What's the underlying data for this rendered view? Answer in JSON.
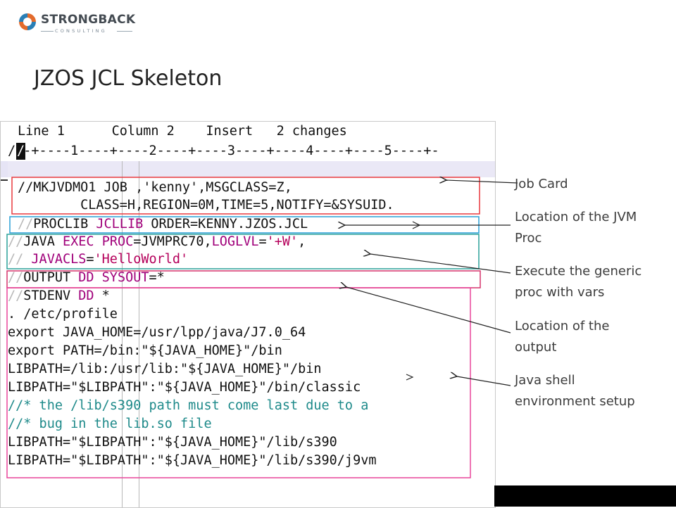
{
  "logo": {
    "name": "STRONGBACK",
    "sub": "CONSULTING",
    "colors": {
      "mark_blue": "#2a7fb6",
      "mark_orange": "#e36b2c",
      "word": "#444b52"
    }
  },
  "slide": {
    "title": "JZOS JCL Skeleton"
  },
  "editor": {
    "status": {
      "line": "Line 1",
      "column": "Column 2",
      "mode": "Insert",
      "changes": "2 changes"
    },
    "ruler": "/--+----1----+----2----+----3----+----4----+----5----+-",
    "cursor_char": "/",
    "lines": [
      {
        "segments": [
          {
            "t": "//MKJVDMO1 JOB ,'kenny',MSGCLASS=Z,",
            "c": ""
          }
        ]
      },
      {
        "segments": [
          {
            "t": "        CLASS=H,REGION=0M,TIME=5,NOTIFY=&SYSUID.",
            "c": ""
          }
        ]
      },
      {
        "segments": [
          {
            "t": "//",
            "c": "dim"
          },
          {
            "t": "PROCLIB ",
            "c": ""
          },
          {
            "t": "JCLLIB",
            "c": "kw"
          },
          {
            "t": " ORDER=KENNY.JZOS.JCL",
            "c": ""
          }
        ]
      },
      {
        "segments": [
          {
            "t": "//",
            "c": "dim"
          },
          {
            "t": "JAVA ",
            "c": ""
          },
          {
            "t": "EXEC",
            "c": "kw"
          },
          {
            "t": " ",
            "c": ""
          },
          {
            "t": "PROC",
            "c": "kw"
          },
          {
            "t": "=JVMPRC70,",
            "c": ""
          },
          {
            "t": "LOGLVL",
            "c": "kw"
          },
          {
            "t": "=",
            "c": ""
          },
          {
            "t": "'+W'",
            "c": "str"
          },
          {
            "t": ",",
            "c": ""
          }
        ]
      },
      {
        "segments": [
          {
            "t": "// ",
            "c": "dim"
          },
          {
            "t": "JAVACLS",
            "c": "kw"
          },
          {
            "t": "=",
            "c": ""
          },
          {
            "t": "'HelloWorld'",
            "c": "str"
          }
        ]
      },
      {
        "segments": [
          {
            "t": "//",
            "c": "dim"
          },
          {
            "t": "OUTPUT ",
            "c": ""
          },
          {
            "t": "DD",
            "c": "kw"
          },
          {
            "t": " ",
            "c": ""
          },
          {
            "t": "SYSOUT",
            "c": "kw"
          },
          {
            "t": "=*",
            "c": ""
          }
        ]
      },
      {
        "segments": [
          {
            "t": "//",
            "c": "dim"
          },
          {
            "t": "STDENV ",
            "c": ""
          },
          {
            "t": "DD",
            "c": "kw"
          },
          {
            "t": " *",
            "c": ""
          }
        ]
      },
      {
        "segments": [
          {
            "t": ". /etc/profile",
            "c": ""
          }
        ]
      },
      {
        "segments": [
          {
            "t": "export JAVA_HOME=/usr/lpp/java/J7.0_64",
            "c": ""
          }
        ]
      },
      {
        "segments": [
          {
            "t": "export PATH=/bin:\"${JAVA_HOME}\"/bin",
            "c": ""
          }
        ]
      },
      {
        "segments": [
          {
            "t": "LIBPATH=/lib:/usr/lib:\"${JAVA_HOME}\"/bin",
            "c": ""
          }
        ]
      },
      {
        "segments": [
          {
            "t": "LIBPATH=\"$LIBPATH\":\"${JAVA_HOME}\"/bin/classic",
            "c": ""
          }
        ]
      },
      {
        "segments": [
          {
            "t": "//* the /lib/s390 path must come last due to a",
            "c": "cmt"
          }
        ]
      },
      {
        "segments": [
          {
            "t": "//* bug in the lib.so file",
            "c": "cmt"
          }
        ]
      },
      {
        "segments": [
          {
            "t": "LIBPATH=\"$LIBPATH\":\"${JAVA_HOME}\"/lib/s390",
            "c": ""
          }
        ]
      },
      {
        "segments": [
          {
            "t": "LIBPATH=\"$LIBPATH\":\"${JAVA_HOME}\"/lib/s390/j9vm",
            "c": ""
          }
        ]
      }
    ]
  },
  "annotations": [
    {
      "key": "job_card",
      "lines": [
        "Job Card"
      ]
    },
    {
      "key": "jvm_proc",
      "lines": [
        "Location of the JVM",
        "Proc"
      ]
    },
    {
      "key": "exec_proc",
      "lines": [
        "Execute the generic",
        "proc with vars"
      ]
    },
    {
      "key": "output",
      "lines": [
        "Location of the",
        "output"
      ]
    },
    {
      "key": "shell_env",
      "lines": [
        "Java shell",
        "environment setup"
      ]
    }
  ],
  "colors": {
    "box_job_card": "#e8383d",
    "box_proclib": "#2a9fd6",
    "box_exec": "#2aa198",
    "box_output": "#d6336c",
    "box_env": "#e8459a"
  }
}
